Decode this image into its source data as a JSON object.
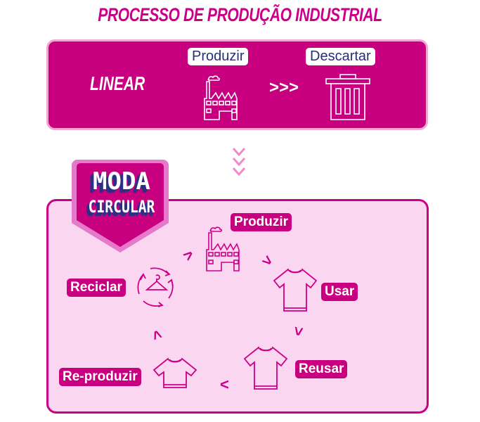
{
  "title": "PROCESSO DE PRODUÇÃO INDUSTRIAL",
  "linear": {
    "label": "LINEAR",
    "steps": [
      {
        "label": "Produzir",
        "icon": "factory-icon"
      },
      {
        "label": "Descartar",
        "icon": "trash-icon"
      }
    ],
    "connector": ">>>"
  },
  "circular": {
    "badge": {
      "line1": "MODA",
      "line2": "CIRCULAR"
    },
    "steps": [
      {
        "label": "Produzir",
        "icon": "factory-icon"
      },
      {
        "label": "Usar",
        "icon": "tshirt-icon"
      },
      {
        "label": "Reusar",
        "icon": "tshirt-icon"
      },
      {
        "label": "Re-produzir",
        "icon": "crop-top-icon"
      },
      {
        "label": "Reciclar",
        "icon": "recycle-hanger-icon"
      }
    ]
  },
  "colors": {
    "magenta": "#C8007F",
    "light_pink": "#FAD6F0",
    "navy": "#23307a"
  }
}
